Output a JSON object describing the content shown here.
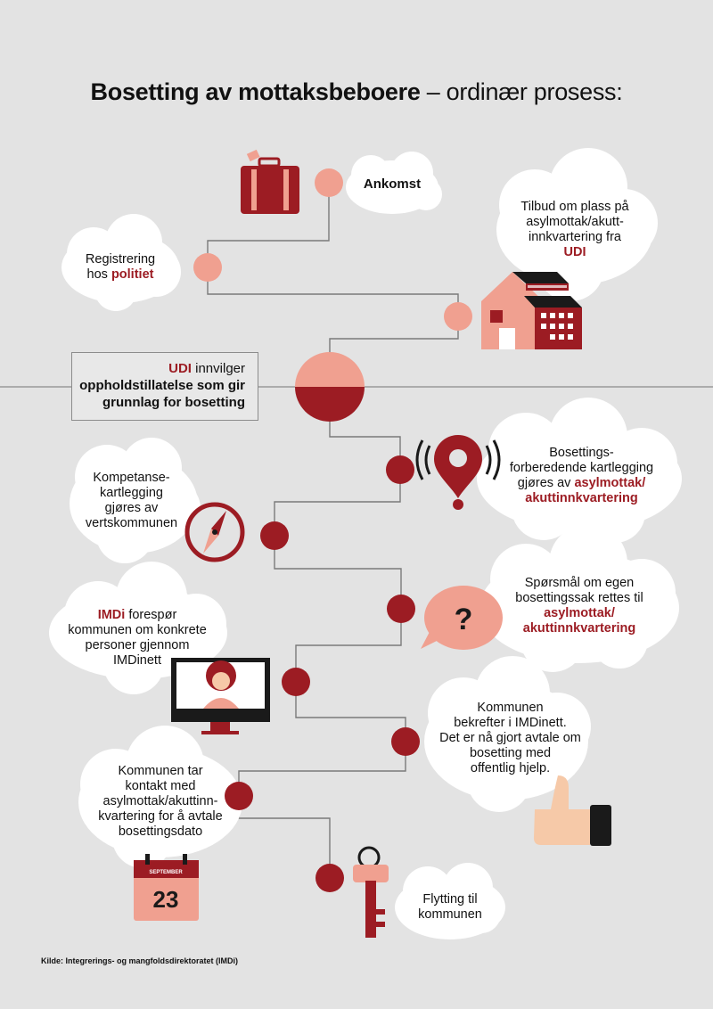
{
  "title": {
    "bold": "Bosetting av mottaksbeboere",
    "rest": " – ordinær prosess:"
  },
  "steps": {
    "ankomst": "Ankomst",
    "tilbud": {
      "line1": "Tilbud om plass på",
      "line2": "asylmottak/akutt-",
      "line3": "innkvartering fra",
      "hl": "UDI"
    },
    "registrering": {
      "line1": "Registrering",
      "pre": "hos ",
      "hl": "politiet"
    },
    "udi": {
      "hl": "UDI",
      "rest": " innvilger",
      "line2": "oppholdstillatelse som gir",
      "line3": "grunnlag for bosetting"
    },
    "bosettingsforberedende": {
      "line1": "Bosettings-",
      "line2": "forberedende kartlegging",
      "line3pre": "gjøres av ",
      "line3hl": "asylmottak/",
      "line4hl": "akuttinnkvartering"
    },
    "kompetanse": {
      "line1": "Kompetanse-",
      "line2": "kartlegging",
      "line3": "gjøres av",
      "line4": "vertskommunen"
    },
    "sporsmal": {
      "line1": "Spørsmål om egen",
      "line2": "bosettingssak rettes til",
      "line3hl": "asylmottak/",
      "line4hl": "akuttinnkvartering"
    },
    "imdi": {
      "hl": "IMDi",
      "rest": " forespør",
      "line2": "kommunen om konkrete",
      "line3": "personer gjennom",
      "line4": "IMDinett"
    },
    "bekrefter": {
      "line1": "Kommunen",
      "line2": "bekrefter i IMDinett.",
      "line3": "Det er nå gjort avtale om",
      "line4": "bosetting med",
      "line5": "offentlig hjelp."
    },
    "kontakt": {
      "line1": "Kommunen tar",
      "line2": "kontakt med",
      "line3": "asylmottak/akuttinn-",
      "line4": "kvartering for å avtale",
      "line5": "bosettingsdato"
    },
    "flytting": {
      "line1": "Flytting til",
      "line2": "kommunen"
    }
  },
  "calendar": {
    "month": "SEPTEMBER",
    "day": "23"
  },
  "question_mark": "?",
  "source": "Kilde: Integrerings- og mangfoldsdirektoratet (IMDi)",
  "colors": {
    "background": "#e3e3e3",
    "light_red": "#f0a090",
    "dark_red": "#9c1c23",
    "line": "#7a7a7a",
    "skin": "#f6c9a8"
  }
}
